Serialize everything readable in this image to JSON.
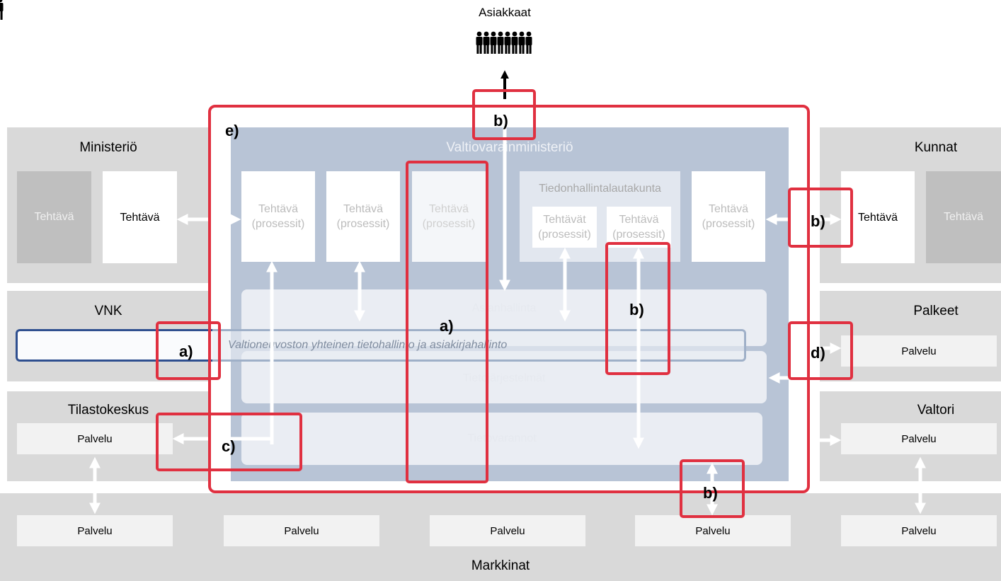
{
  "top": {
    "customers_label": "Asiakkaat"
  },
  "main": {
    "title": "Valtiovarainministeriö"
  },
  "left_panels": {
    "ministerio": {
      "title": "Ministeriö",
      "task_dark": "Tehtävä",
      "task_white": "Tehtävä"
    },
    "vnk": {
      "title": "VNK"
    },
    "tilastokeskus": {
      "title": "Tilastokeskus",
      "service": "Palvelu"
    }
  },
  "right_panels": {
    "kunnat": {
      "title": "Kunnat",
      "task_white": "Tehtävä",
      "task_dark": "Tehtävä"
    },
    "palkeet": {
      "title": "Palkeet",
      "service": "Palvelu"
    },
    "valtori": {
      "title": "Valtori",
      "service": "Palvelu"
    }
  },
  "tasks": {
    "t1": [
      "Tehtävä",
      "(prosessit)"
    ],
    "t2": [
      "Tehtävä",
      "(prosessit)"
    ],
    "t3": [
      "Tehtävä",
      "(prosessit)"
    ],
    "board_title": "Tiedonhallintalautakunta",
    "board_t1": [
      "Tehtävät",
      "(prosessit)"
    ],
    "board_t2": [
      "Tehtävä",
      "(prosessit)"
    ],
    "t5": [
      "Tehtävä",
      "(prosessit)"
    ]
  },
  "layers": {
    "asianhallinta": "Asianhallinta",
    "tietojarjestelmat": "Tietojärjestelmät",
    "tietovarannot": "Tietovarannot",
    "shared_bar": "Valtioneuvoston yhteinen tietohallinto ja asiakirjahallinto"
  },
  "markets": {
    "title": "Markkinat",
    "services": [
      "Palvelu",
      "Palvelu",
      "Palvelu",
      "Palvelu",
      "Palvelu"
    ]
  },
  "highlights": {
    "a": "a)",
    "b": "b)",
    "c": "c)",
    "d": "d)",
    "e": "e)"
  },
  "colors": {
    "highlight_red": "#e03040",
    "main_blue": "#b8c4d6",
    "vnk_bar_blue": "#2f4f8f",
    "panel_gray": "#d9d9d9"
  }
}
